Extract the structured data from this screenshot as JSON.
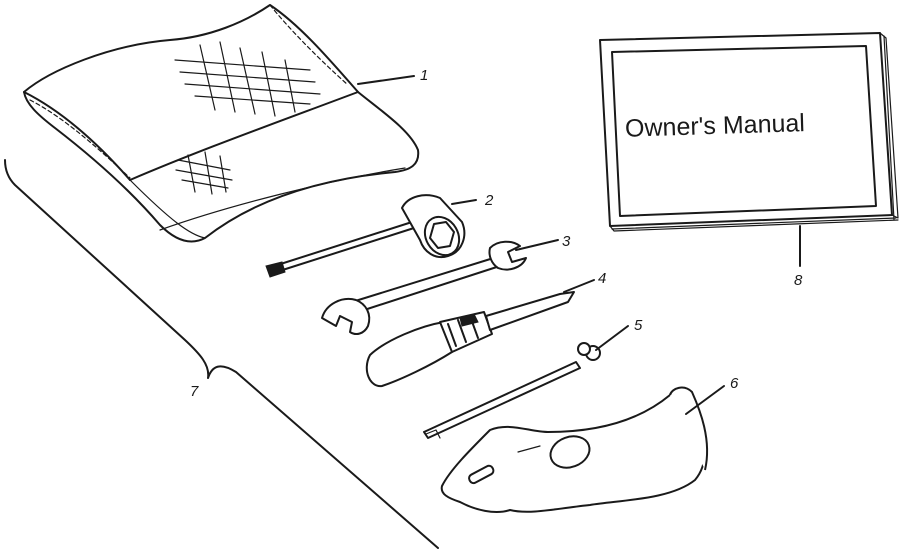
{
  "manual": {
    "title": "Owner's Manual"
  },
  "callouts": [
    {
      "id": "1",
      "label": "1"
    },
    {
      "id": "2",
      "label": "2"
    },
    {
      "id": "3",
      "label": "3"
    },
    {
      "id": "4",
      "label": "4"
    },
    {
      "id": "5",
      "label": "5"
    },
    {
      "id": "6",
      "label": "6"
    },
    {
      "id": "7",
      "label": "7"
    },
    {
      "id": "8",
      "label": "8"
    }
  ]
}
